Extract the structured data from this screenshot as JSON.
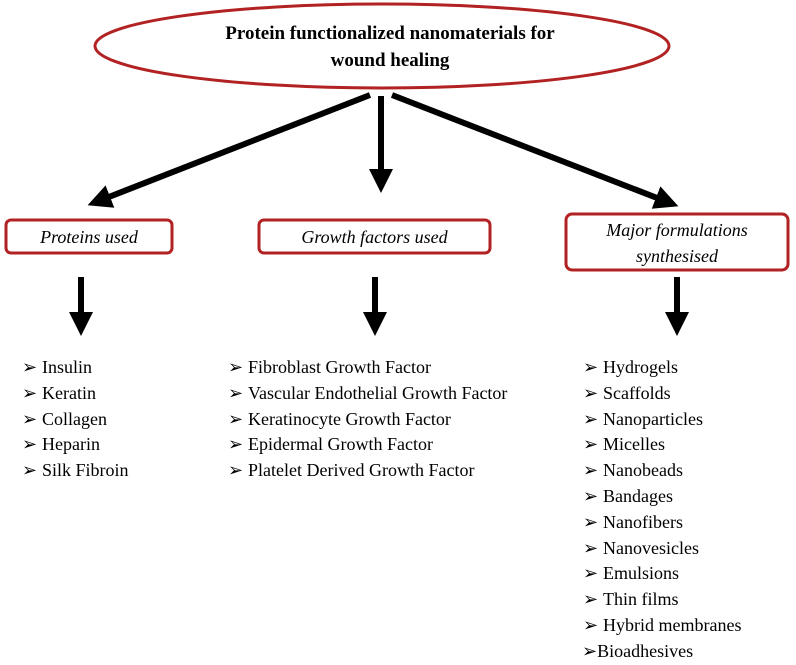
{
  "colors": {
    "border": "#b22222",
    "arrow": "#000000",
    "text": "#000000"
  },
  "root": {
    "title_line1": "Protein functionalized nanomaterials for",
    "title_line2": "wound healing"
  },
  "categories": [
    {
      "label": "Proteins used",
      "items": [
        "Insulin",
        "Keratin",
        "Collagen",
        "Heparin",
        "Silk Fibroin"
      ]
    },
    {
      "label": "Growth factors used",
      "items": [
        "Fibroblast Growth Factor",
        "Vascular Endothelial Growth Factor",
        "Keratinocyte Growth Factor",
        "Epidermal Growth Factor",
        "Platelet Derived Growth Factor"
      ]
    },
    {
      "label_line1": "Major formulations",
      "label_line2": "synthesised",
      "items": [
        "Hydrogels",
        "Scaffolds",
        "Nanoparticles",
        "Micelles",
        "Nanobeads",
        "Bandages",
        "Nanofibers",
        "Nanovesicles",
        "Emulsions",
        "Thin films",
        "Hybrid membranes"
      ],
      "last_item": "Bioadhesives"
    }
  ],
  "bullet_icon": "arrowhead-bullet-icon",
  "bullet_char": "➢"
}
